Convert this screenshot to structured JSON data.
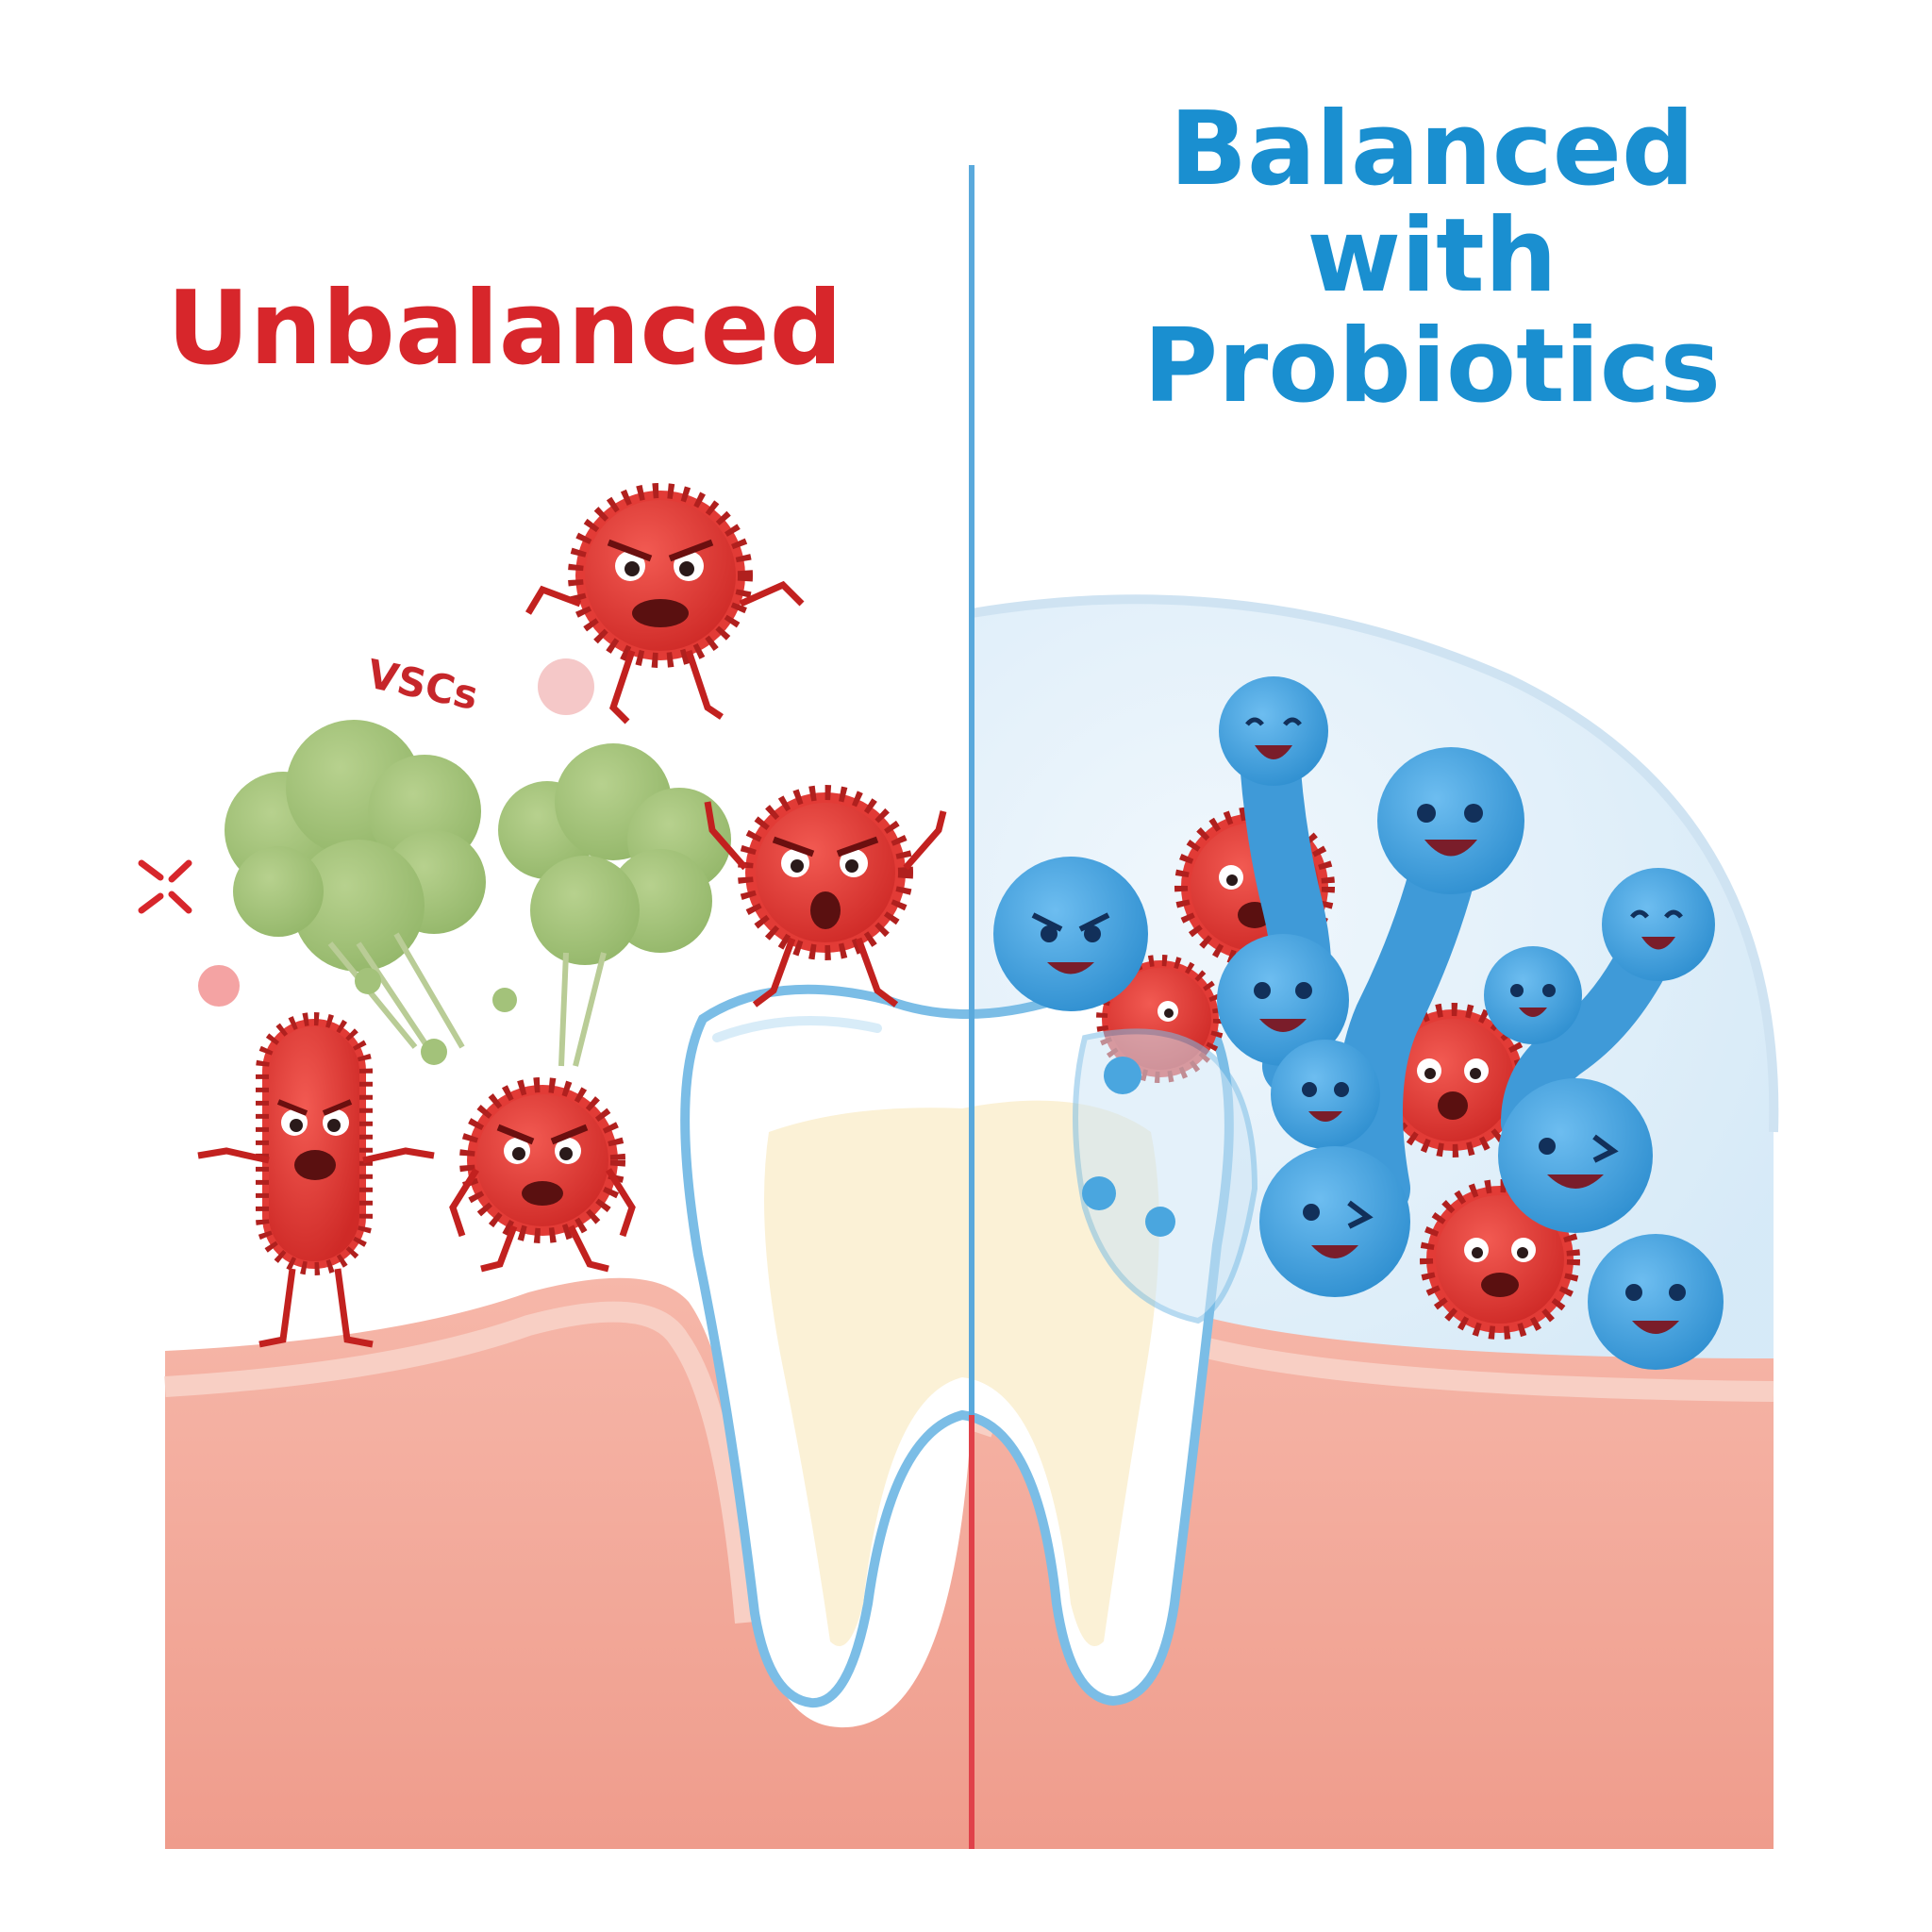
{
  "left_panel": {
    "title": "Unbalanced",
    "title_color": "#d7262b",
    "gas_label": "VSCs",
    "characters": [
      "angry-red-bacteria",
      "angry-red-rod-bacteria",
      "green-odor-cloud"
    ]
  },
  "right_panel": {
    "title_lines": [
      "Balanced",
      "with",
      "Probiotics"
    ],
    "title_color": "#1a8fd0",
    "characters": [
      "happy-blue-probiotic",
      "red-bacteria-being-blocked",
      "protective-bubble"
    ]
  },
  "colors": {
    "gum": "#f2a494",
    "gum_light": "#f7c4b8",
    "tooth": "#ffffff",
    "tooth_core": "#fbf1d6",
    "tooth_outline": "#7bbde6",
    "bubble": "#dcedf8",
    "bad_bacteria": "#e23b36",
    "good_bacteria": "#4aa6df",
    "cloud": "#a3c27a",
    "divider_top": "#5aa9dc",
    "divider_bottom": "#e0414a"
  }
}
